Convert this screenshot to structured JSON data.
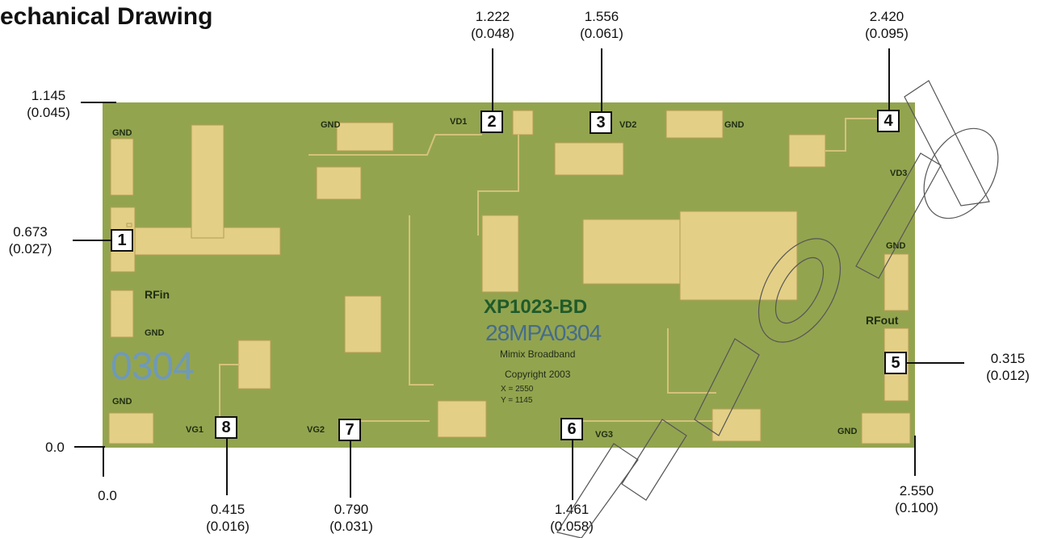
{
  "title": "echanical Drawing",
  "chip": {
    "part_number": "XP1023-BD",
    "lot_code": "28MPA0304",
    "maker": "Mimix Broadband",
    "copyright": "Copyright 2003",
    "x_size": "X = 2550",
    "y_size": "Y = 1145",
    "wafer_id": "0304",
    "labels": {
      "gnd": "GND",
      "vd1": "VD1",
      "vd2": "VD2",
      "vd3": "VD3",
      "rfin": "RFin",
      "rfout": "RFout",
      "vg1": "VG1",
      "vg2": "VG2",
      "vg3": "VG3"
    }
  },
  "pads": [
    "1",
    "2",
    "3",
    "4",
    "5",
    "6",
    "7",
    "8"
  ],
  "dimensions": {
    "top": [
      {
        "mm": "1.222",
        "in": "(0.048)"
      },
      {
        "mm": "1.556",
        "in": "(0.061)"
      },
      {
        "mm": "2.420",
        "in": "(0.095)"
      }
    ],
    "left": [
      {
        "mm": "1.145",
        "in": "(0.045)"
      },
      {
        "mm": "0.673",
        "in": "(0.027)"
      }
    ],
    "right": [
      {
        "mm": "0.315",
        "in": "(0.012)"
      }
    ],
    "bottom": [
      {
        "mm": "0.415",
        "in": "(0.016)"
      },
      {
        "mm": "0.790",
        "in": "(0.031)"
      },
      {
        "mm": "1.461",
        "in": "(0.058)"
      },
      {
        "mm": "2.550",
        "in": "(0.100)"
      }
    ],
    "origin_y": "0.0",
    "origin_x": "0.0"
  }
}
